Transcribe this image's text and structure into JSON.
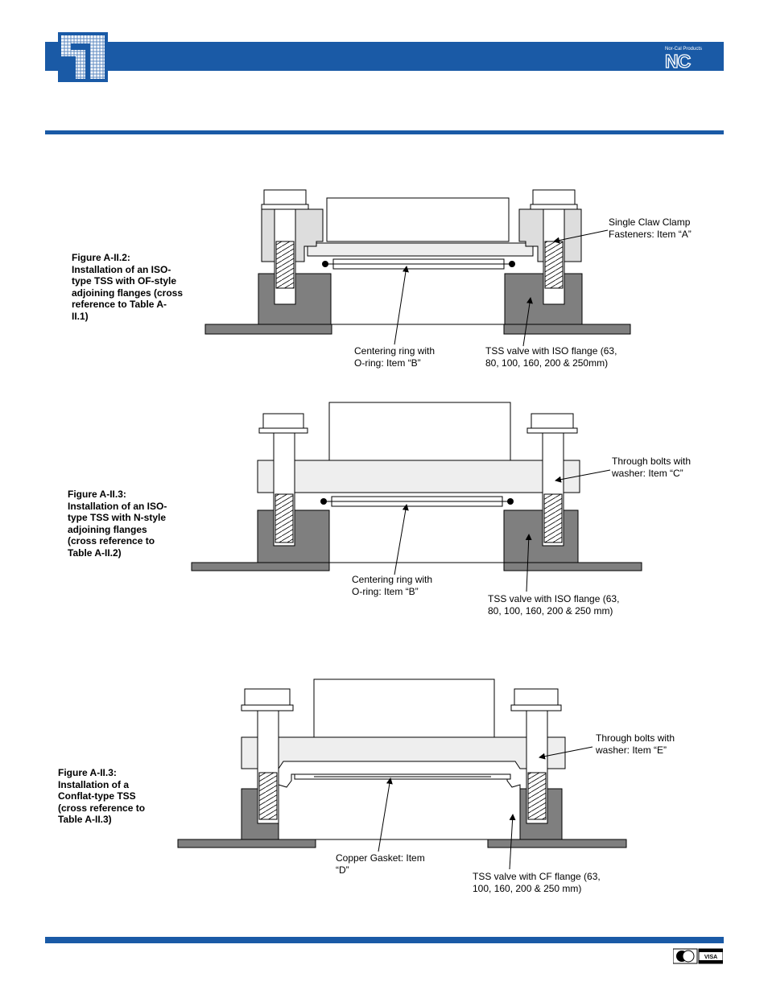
{
  "header": {
    "logo_left_icon": "grid-tower-logo-icon",
    "logo_right_small": "Nor-Cal Products",
    "logo_right_mark": "NC"
  },
  "figures": [
    {
      "caption": "Figure A-II.2:\nInstallation of an ISO-\ntype TSS with OF-style\nadjoining flanges (cross\nreference to Table A-\nII.1)",
      "callouts": {
        "fastener": "Single Claw Clamp\nFasteners: Item “A”",
        "centering": "Centering ring with\nO-ring:  Item “B”",
        "valve": "TSS valve with ISO flange (63,\n80, 100, 160, 200 & 250mm)"
      }
    },
    {
      "caption": "Figure A-II.3:\nInstallation of an ISO-\ntype TSS with N-style\nadjoining flanges\n(cross reference to\nTable A-II.2)",
      "callouts": {
        "bolts": "Through bolts with\nwasher: Item “C”",
        "centering": "Centering ring with\nO-ring:  Item “B”",
        "valve": "TSS valve with ISO flange (63,\n80, 100, 160, 200 & 250 mm)"
      }
    },
    {
      "caption": "Figure A-II.3:\nInstallation of a\nConflat-type TSS\n(cross reference to\nTable A-II.3)",
      "callouts": {
        "bolts": "Through bolts with\nwasher: Item “E”",
        "gasket": "Copper Gasket:  Item\n“D”",
        "valve": "TSS valve with CF flange (63,\n100, 160, 200 & 250 mm)"
      }
    }
  ],
  "footer": {
    "icons": [
      "mastercard-icon",
      "visa-icon"
    ],
    "visa_label": "VISA"
  },
  "colors": {
    "brand_blue": "#1a5aa6",
    "part_gray": "#7f7f7f",
    "light_gray": "#e0e0e0"
  }
}
